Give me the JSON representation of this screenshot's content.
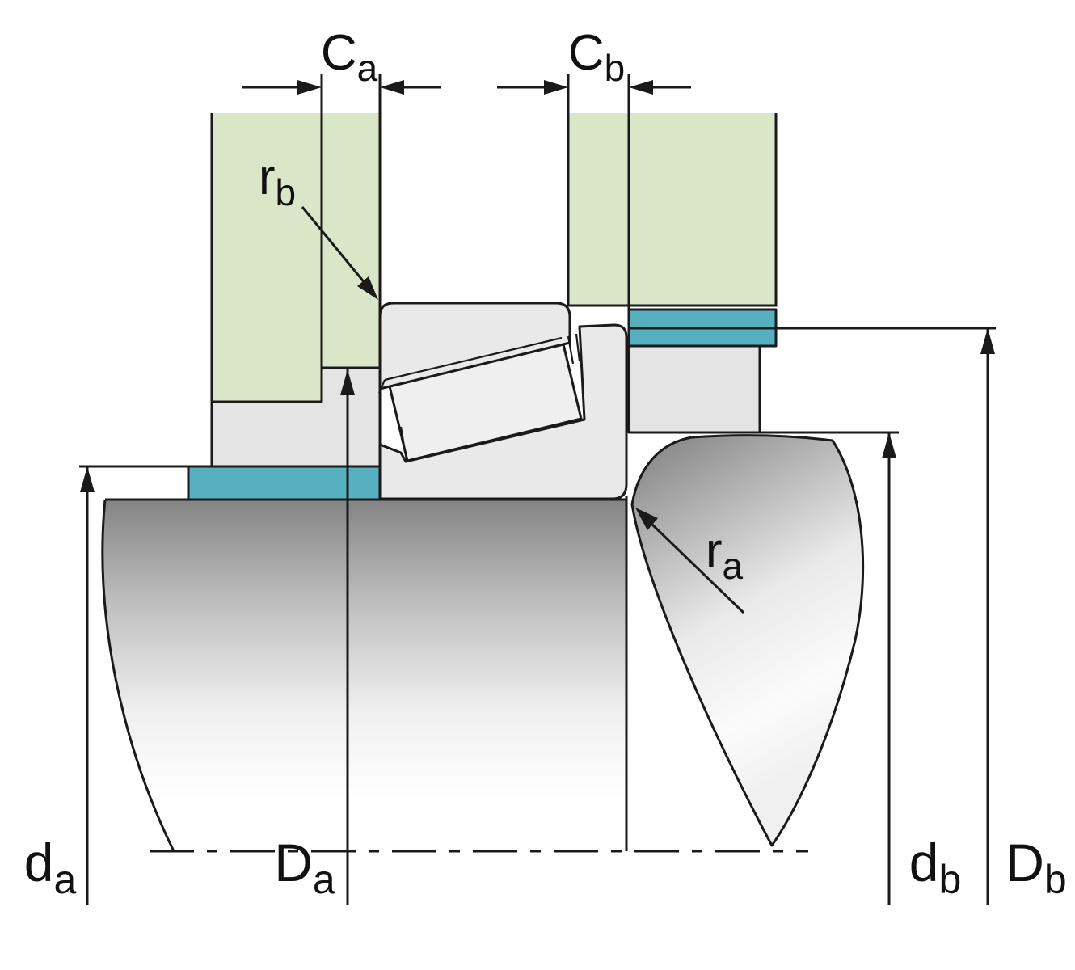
{
  "labels": {
    "c_a": {
      "main": "C",
      "sub": "a"
    },
    "c_b": {
      "main": "C",
      "sub": "b"
    },
    "r_b": {
      "main": "r",
      "sub": "b"
    },
    "r_a": {
      "main": "r",
      "sub": "a"
    },
    "d_a": {
      "main": "d",
      "sub": "a"
    },
    "d_a_upper": {
      "main": "D",
      "sub": "a"
    },
    "d_b": {
      "main": "d",
      "sub": "b"
    },
    "d_b_upper": {
      "main": "D",
      "sub": "b"
    }
  },
  "colors": {
    "housing_green": "#d9e7c8",
    "abutment_teal": "#57b0c0",
    "component_gray": "#e4e4e4",
    "bearing_gray": "#e9e9e9",
    "line_black": "#1a1a1a"
  }
}
